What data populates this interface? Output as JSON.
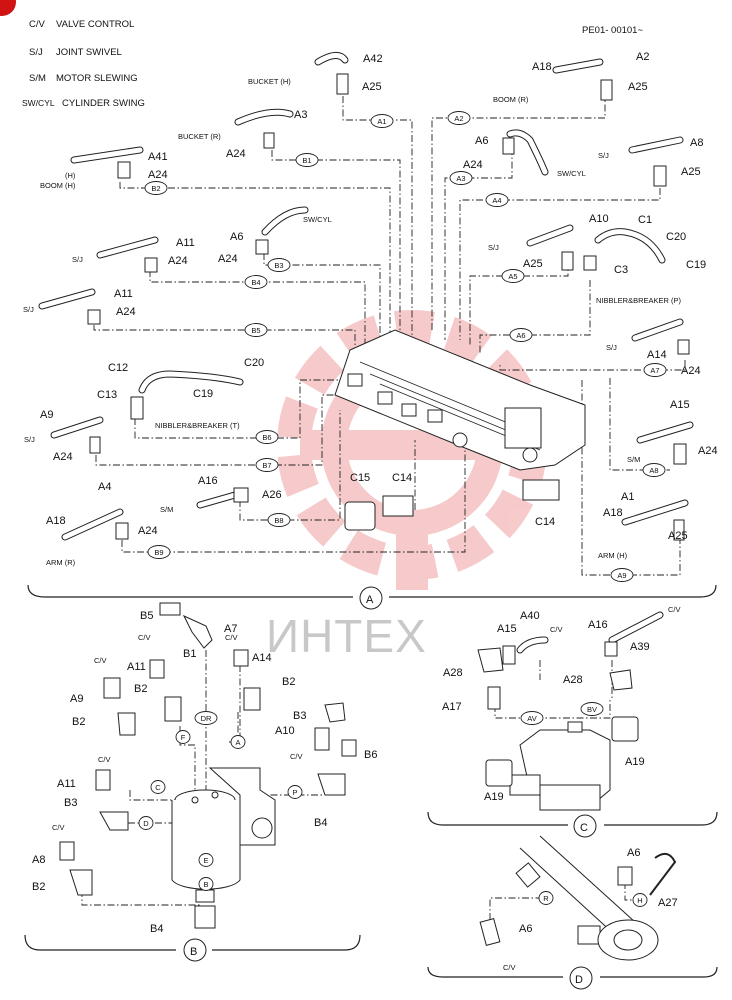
{
  "header": {
    "legend": [
      {
        "key": "C/V",
        "desc": "VALVE CONTROL"
      },
      {
        "key": "S/J",
        "desc": "JOINT SWIVEL"
      },
      {
        "key": "S/M",
        "desc": "MOTOR SLEWING"
      },
      {
        "key": "SW/CYL",
        "desc": "CYLINDER SWING"
      }
    ],
    "serial": "PE01- 00101~"
  },
  "watermark": "ИНТЕХ",
  "captions": {
    "bucket_h": "BUCKET (H)",
    "bucket_r": "BUCKET (R)",
    "boom_r": "BOOM (R)",
    "boom_h": "(H)\nBOOM (H)",
    "nibbler_t": "NIBBLER&BREAKER (T)",
    "nibbler_p": "NIBBLER&BREAKER (P)",
    "arm_r": "ARM (R)",
    "arm_h": "ARM (H)",
    "swcyl": "SW/CYL",
    "sm": "S/M",
    "sj": "S/J",
    "cv": "C/V"
  },
  "sections": [
    "A",
    "B",
    "C",
    "D"
  ],
  "ovals": [
    "A1",
    "A2",
    "A3",
    "A4",
    "A5",
    "A6",
    "A7",
    "A8",
    "A9",
    "B1",
    "B2",
    "B3",
    "B4",
    "B5",
    "B6",
    "B7",
    "B8",
    "B9",
    "AV",
    "BV",
    "DR",
    "A",
    "B",
    "C",
    "D",
    "E",
    "F",
    "H",
    "P",
    "R"
  ],
  "callouts_a": [
    "A42",
    "A25",
    "A2",
    "A18",
    "A25",
    "A3",
    "A24",
    "A6",
    "A24",
    "A8",
    "A25",
    "A41",
    "A24",
    "A11",
    "A24",
    "A6",
    "A24",
    "A10",
    "C1",
    "C20",
    "C19",
    "A25",
    "C3",
    "A11",
    "A24",
    "A14",
    "A24",
    "C12",
    "C20",
    "C13",
    "C19",
    "A9",
    "A24",
    "A15",
    "A24",
    "A4",
    "A16",
    "A26",
    "C15",
    "C14",
    "C14",
    "A18",
    "A24",
    "A1",
    "A18",
    "A25"
  ],
  "callouts_b": [
    "B5",
    "B1",
    "A7",
    "A14",
    "A11",
    "B2",
    "B2",
    "A9",
    "B2",
    "B3",
    "A10",
    "B6",
    "A11",
    "B3",
    "B4",
    "A8",
    "B2",
    "B4"
  ],
  "callouts_c": [
    "A40",
    "A15",
    "A16",
    "A39",
    "A28",
    "A28",
    "A17",
    "A19",
    "A19"
  ],
  "callouts_d": [
    "A6",
    "A27",
    "A6"
  ]
}
